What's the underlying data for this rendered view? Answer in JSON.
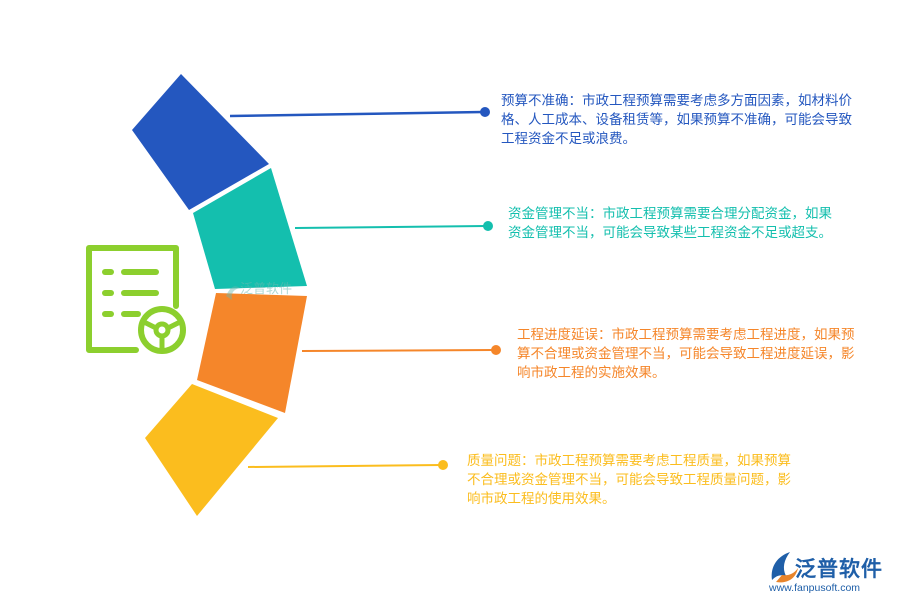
{
  "colors": {
    "item1": "#2457bf",
    "item2": "#14bfae",
    "item3": "#f5862a",
    "item4": "#fbbd1e",
    "icon": "#8ccf2e",
    "brand": "#1f5fa8"
  },
  "icon": {
    "name": "document-steering-wheel-icon"
  },
  "items": [
    {
      "text": "预算不准确：市政工程预算需要考虑多方面因素，如材料价格、人工成本、设备租赁等，如果预算不准确，可能会导致工程资金不足或浪费。"
    },
    {
      "text": "资金管理不当：市政工程预算需要合理分配资金，如果资金管理不当，可能会导致某些工程资金不足或超支。"
    },
    {
      "text": "工程进度延误：市政工程预算需要考虑工程进度，如果预算不合理或资金管理不当，可能会导致工程进度延误，影响市政工程的实施效果。"
    },
    {
      "text": "质量问题：市政工程预算需要考虑工程质量，如果预算不合理或资金管理不当，可能会导致工程质量问题，影响市政工程的使用效果。"
    }
  ],
  "brand": {
    "name": "泛普软件",
    "url": "www.fanpusoft.com"
  },
  "watermark": {
    "text": "泛普软件"
  }
}
